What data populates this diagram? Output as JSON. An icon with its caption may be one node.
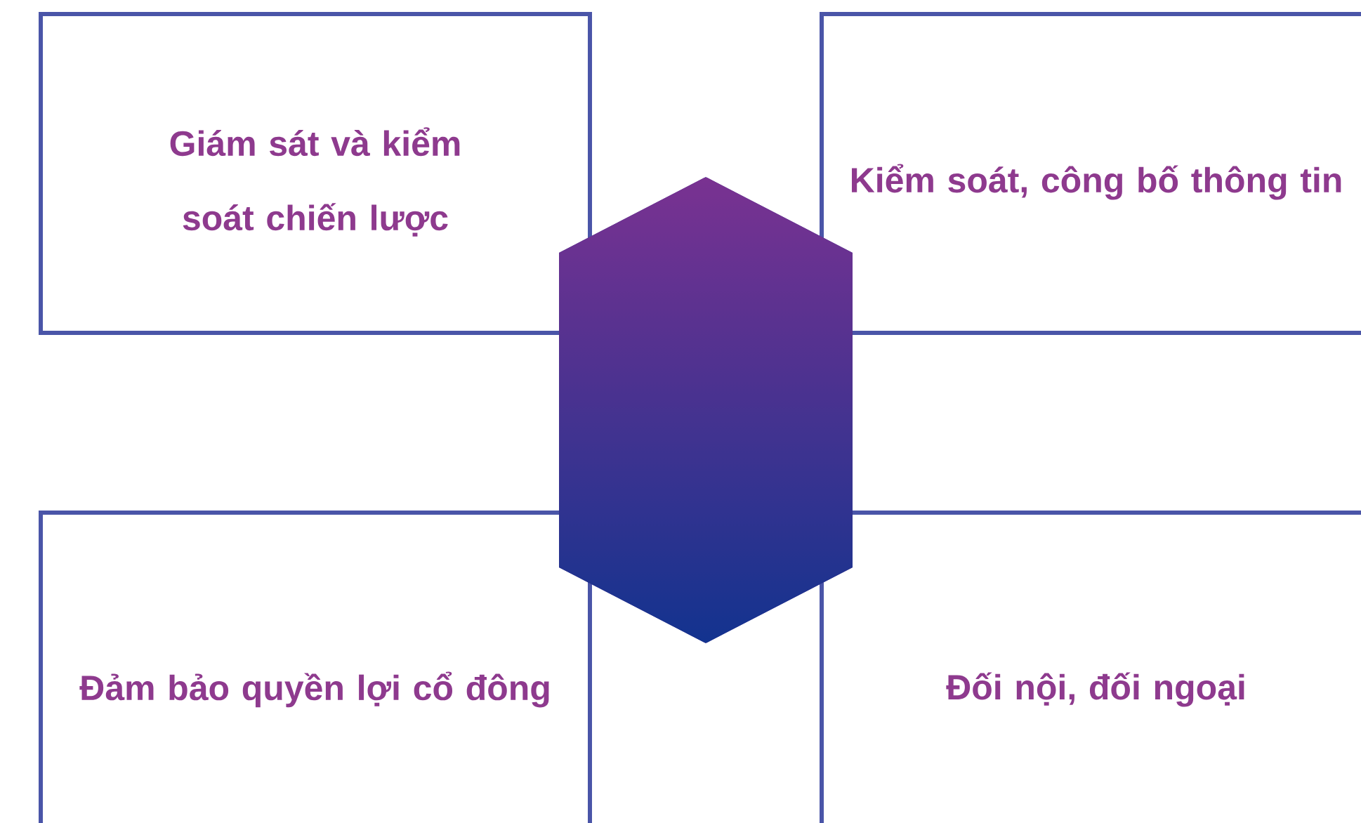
{
  "diagram": {
    "nodes": [
      {
        "text": [
          "Giám sát và kiểm soát chiến lược"
        ]
      },
      {
        "text": [
          "Kiểm soát, công bố thông tin"
        ]
      },
      {
        "text": [
          "Đảm bảo quyền lợi cổ đông"
        ]
      },
      {
        "text": [
          "Đối nội, đối ngoại"
        ]
      },
      {
        "text": [],
        "shape": "hexagon"
      }
    ]
  }
}
